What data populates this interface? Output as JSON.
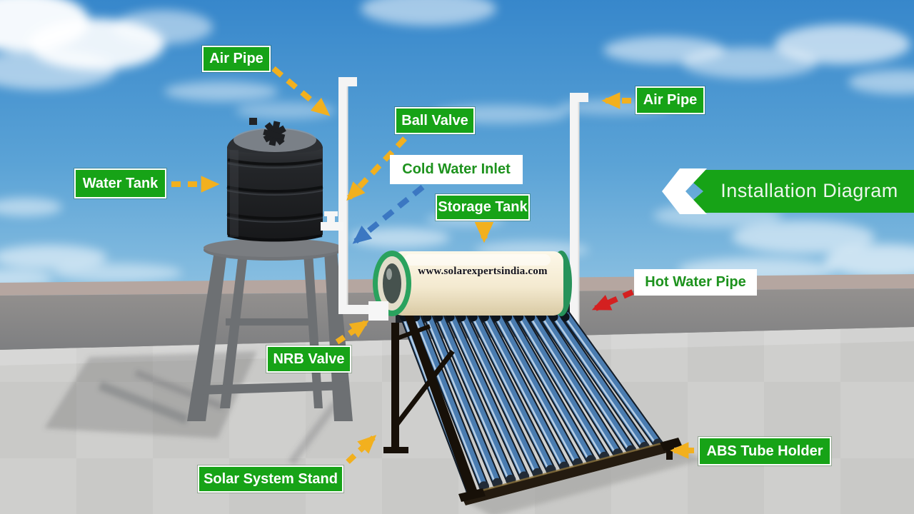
{
  "banner": {
    "title": "Installation Diagram"
  },
  "watermark": "www.solarexpertsindia.com",
  "labels": {
    "air_pipe_left": "Air Pipe",
    "ball_valve": "Ball Valve",
    "water_tank": "Water Tank",
    "cold_water_inlet": "Cold Water Inlet",
    "storage_tank": "Storage Tank",
    "air_pipe_right": "Air Pipe",
    "hot_water_pipe": "Hot Water Pipe",
    "nrb_valve": "NRB Valve",
    "solar_system_stand": "Solar System Stand",
    "abs_tube_holder": "ABS Tube Holder"
  },
  "colors": {
    "label_green": "#17a317",
    "label_text_green": "#1d921d",
    "banner_green": "#17a317",
    "arrow_yellow": "#f2b01e",
    "arrow_blue": "#3b77c2",
    "arrow_red": "#d42020",
    "sky_blue": "#3c8ed0",
    "wall_gray": "#898a8c",
    "floor_gray": "#c9c9c7"
  }
}
